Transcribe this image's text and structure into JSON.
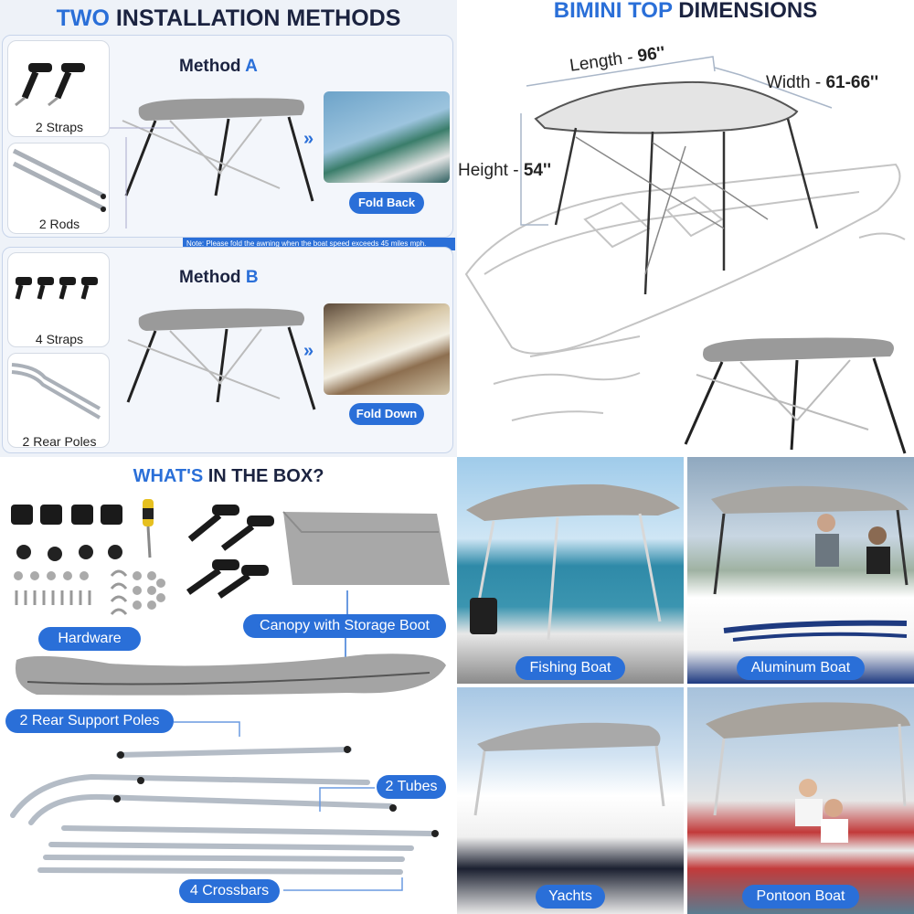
{
  "install": {
    "title_a": "TWO",
    "title_b": "INSTALLATION METHODS",
    "method_word": "Method",
    "method_a_letter": "A",
    "method_b_letter": "B",
    "straps2": "2 Straps",
    "rods2": "2 Rods",
    "straps4": "4 Straps",
    "rear_poles2": "2 Rear Poles",
    "fold_back": "Fold Back",
    "fold_down": "Fold Down",
    "note": "Note: Please fold the awning when the boat speed exceeds 45 miles mph."
  },
  "dimensions": {
    "title_a": "BIMINI TOP",
    "title_b": "DIMENSIONS",
    "length_label": "Length - ",
    "length_value": "96''",
    "width_label": "Width - ",
    "width_value": "61-66''",
    "height_label": "Height - ",
    "height_value": "54''"
  },
  "box": {
    "title_a": "WHAT'S",
    "title_b": "IN THE BOX?",
    "hardware": "Hardware",
    "canopy": "Canopy with Storage Boot",
    "rear_support": "2 Rear Support Poles",
    "tubes": "2 Tubes",
    "crossbars": "4 Crossbars"
  },
  "boats": {
    "fishing": "Fishing Boat",
    "aluminum": "Aluminum Boat",
    "yachts": "Yachts",
    "pontoon": "Pontoon Boat"
  },
  "colors": {
    "accent": "#2a6fd8",
    "navy": "#1b2340",
    "canopy_gray": "#9a9a9a",
    "panel_bg": "#eef2f8"
  }
}
